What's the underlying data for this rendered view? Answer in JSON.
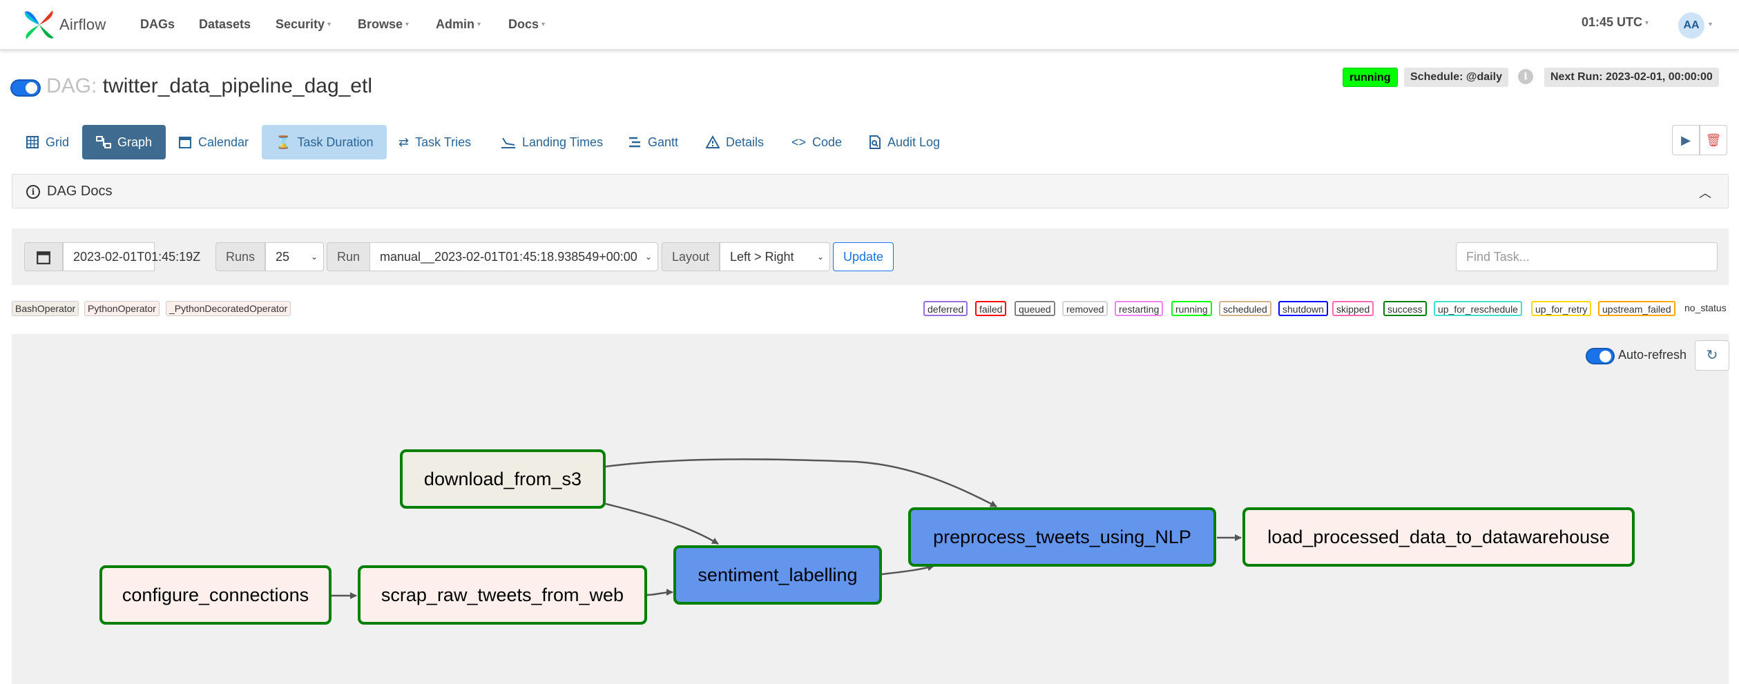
{
  "navbar": {
    "brand": "Airflow",
    "items": [
      {
        "label": "DAGs",
        "dropdown": false
      },
      {
        "label": "Datasets",
        "dropdown": false
      },
      {
        "label": "Security",
        "dropdown": true
      },
      {
        "label": "Browse",
        "dropdown": true
      },
      {
        "label": "Admin",
        "dropdown": true
      },
      {
        "label": "Docs",
        "dropdown": true
      }
    ],
    "time": "01:45 UTC",
    "user_initials": "AA"
  },
  "dag": {
    "label": "DAG:",
    "name": "twitter_data_pipeline_dag_etl",
    "paused": false,
    "state": "running",
    "schedule": "Schedule: @daily",
    "next_run": "Next Run: 2023-02-01, 00:00:00"
  },
  "tabs": [
    {
      "label": "Grid",
      "icon": "grid-icon",
      "state": "normal"
    },
    {
      "label": "Graph",
      "icon": "graph-icon",
      "state": "active"
    },
    {
      "label": "Calendar",
      "icon": "calendar-icon",
      "state": "normal"
    },
    {
      "label": "Task Duration",
      "icon": "hourglass-icon",
      "state": "hover"
    },
    {
      "label": "Task Tries",
      "icon": "retry-icon",
      "state": "normal"
    },
    {
      "label": "Landing Times",
      "icon": "landing-icon",
      "state": "normal"
    },
    {
      "label": "Gantt",
      "icon": "gantt-icon",
      "state": "normal"
    },
    {
      "label": "Details",
      "icon": "warning-icon",
      "state": "normal"
    },
    {
      "label": "Code",
      "icon": "code-icon",
      "state": "normal"
    },
    {
      "label": "Audit Log",
      "icon": "audit-icon",
      "state": "normal"
    }
  ],
  "docs": {
    "label": "DAG Docs"
  },
  "filters": {
    "base_date": "2023-02-01T01:45:19Z",
    "runs_label": "Runs",
    "runs_value": "25",
    "run_label": "Run",
    "run_value": "manual__2023-02-01T01:45:18.938549+00:00",
    "layout_label": "Layout",
    "layout_value": "Left > Right",
    "update_label": "Update",
    "find_placeholder": "Find Task..."
  },
  "operators": [
    {
      "label": "BashOperator",
      "color": "#f0ede4"
    },
    {
      "label": "PythonOperator",
      "color": "#fdf0ec"
    },
    {
      "label": "_PythonDecoratedOperator",
      "color": "#fdf0ec"
    }
  ],
  "statuses": [
    {
      "label": "deferred",
      "color": "#9370db"
    },
    {
      "label": "failed",
      "color": "#ff0000"
    },
    {
      "label": "queued",
      "color": "#808080"
    },
    {
      "label": "removed",
      "color": "#d3d3d3"
    },
    {
      "label": "restarting",
      "color": "#ee82ee"
    },
    {
      "label": "running",
      "color": "#00ff00"
    },
    {
      "label": "scheduled",
      "color": "#d2b48c"
    },
    {
      "label": "shutdown",
      "color": "#0000ff"
    },
    {
      "label": "skipped",
      "color": "#ff69b4"
    },
    {
      "label": "success",
      "color": "#008000"
    },
    {
      "label": "up_for_reschedule",
      "color": "#40e0d0"
    },
    {
      "label": "up_for_retry",
      "color": "#ffd700"
    },
    {
      "label": "upstream_failed",
      "color": "#ffa500"
    },
    {
      "label": "no_status",
      "color": "#ffffff"
    }
  ],
  "graph": {
    "auto_refresh_label": "Auto-refresh",
    "auto_refresh_on": true,
    "nodes": [
      {
        "id": "download_from_s3",
        "label": "download_from_s3",
        "operator": "BashOperator",
        "status": "success"
      },
      {
        "id": "configure_connections",
        "label": "configure_connections",
        "operator": "PythonOperator",
        "status": "success"
      },
      {
        "id": "scrap_raw_tweets_from_web",
        "label": "scrap_raw_tweets_from_web",
        "operator": "PythonOperator",
        "status": "success"
      },
      {
        "id": "sentiment_labelling",
        "label": "sentiment_labelling",
        "operator": "_PythonDecoratedOperator",
        "status": "success"
      },
      {
        "id": "preprocess_tweets_using_NLP",
        "label": "preprocess_tweets_using_NLP",
        "operator": "_PythonDecoratedOperator",
        "status": "success"
      },
      {
        "id": "load_processed_data_to_datawarehouse",
        "label": "load_processed_data_to_datawarehouse",
        "operator": "PythonOperator",
        "status": "success"
      }
    ],
    "edges": [
      [
        "configure_connections",
        "scrap_raw_tweets_from_web"
      ],
      [
        "scrap_raw_tweets_from_web",
        "sentiment_labelling"
      ],
      [
        "download_from_s3",
        "sentiment_labelling"
      ],
      [
        "download_from_s3",
        "preprocess_tweets_using_NLP"
      ],
      [
        "sentiment_labelling",
        "preprocess_tweets_using_NLP"
      ],
      [
        "preprocess_tweets_using_NLP",
        "load_processed_data_to_datawarehouse"
      ]
    ]
  }
}
